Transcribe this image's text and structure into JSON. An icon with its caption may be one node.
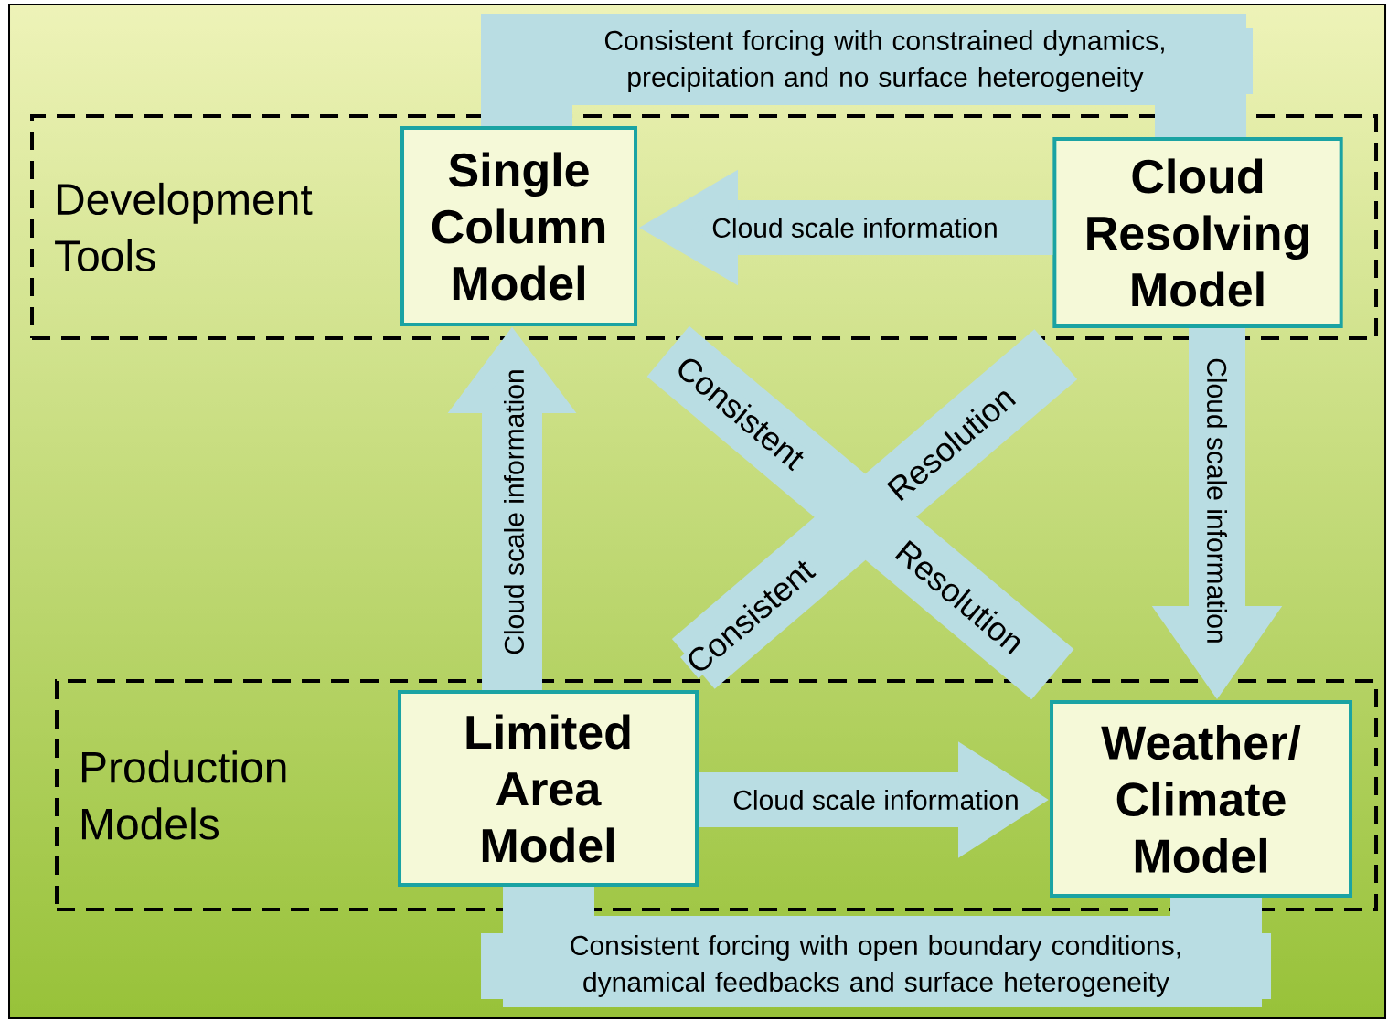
{
  "diagram": {
    "nodes": [
      {
        "text": [
          "Development Tools"
        ]
      },
      {
        "text": [
          "Production Models"
        ]
      },
      {
        "text": [
          "Single Column Model"
        ],
        "in": 0
      },
      {
        "text": [
          "Cloud Resolving Model"
        ],
        "in": 0
      },
      {
        "text": [
          "Limited Area Model"
        ],
        "in": 1
      },
      {
        "text": [
          "Weather/ Climate Model"
        ],
        "in": 1
      }
    ],
    "edges": [
      {
        "from": 2,
        "to": 3,
        "arrow": "none",
        "label": "Consistent forcing with constrained dynamics, precipitation and no surface heterogeneity"
      },
      {
        "from": 3,
        "to": 2,
        "arrow": "to",
        "label": "Cloud scale information"
      },
      {
        "from": 4,
        "to": 2,
        "arrow": "to",
        "label": "Cloud scale information"
      },
      {
        "from": 2,
        "to": 5,
        "arrow": "none",
        "label": "Consistent"
      },
      {
        "from": 3,
        "to": 4,
        "arrow": "none",
        "label": "Resolution"
      },
      {
        "from": 3,
        "to": 5,
        "arrow": "to",
        "label": "Cloud scale information"
      },
      {
        "from": 4,
        "to": 5,
        "arrow": "to",
        "label": "Cloud scale information"
      },
      {
        "from": 4,
        "to": 5,
        "arrow": "none",
        "label": "Consistent forcing with open boundary conditions, dynamical feedbacks and surface heterogeneity"
      }
    ],
    "labels": [
      "Resolution",
      "Consistent"
    ]
  }
}
